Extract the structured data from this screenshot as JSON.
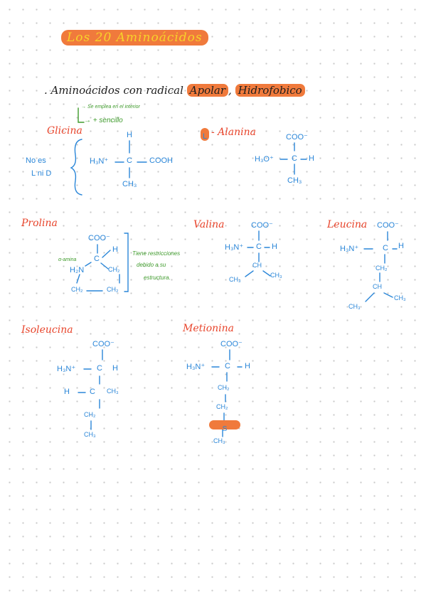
{
  "title": "Los 20 Aminoácidos",
  "section_intro": {
    "bullet": ".",
    "prefix": "Aminoácidos con radical",
    "highlight_apolar": "Apolar",
    "comma": ",",
    "highlight_hidrofobico": "Hidrofobico"
  },
  "glicina": {
    "name": "Glicina",
    "note1": "→ Se emplea en el interior",
    "note2": "→ + sencillo",
    "side1": "No es",
    "side2": "L ni D",
    "h_top": "H",
    "amine": "H₃N⁺",
    "c": "C",
    "cooh": "COOH",
    "ch3": "CH₃"
  },
  "alanina": {
    "marker": "L",
    "name": "- Alanina",
    "coo": "COO⁻",
    "h3o": "H₃O⁺",
    "c": "C",
    "h": "H",
    "ch3": "CH₃"
  },
  "prolina": {
    "name": "Prolina",
    "coo": "COO⁻",
    "c": "C",
    "h": "H",
    "amine_note": "α-amina",
    "hn": "H₂N",
    "ch2_right": "CH₂",
    "ch2_bl": "CH₂",
    "ch2_br": "CH₂",
    "note1": "Tiene restricciones",
    "note2": "debido a su",
    "note3": "estructura."
  },
  "valina": {
    "name": "Valina",
    "coo": "COO⁻",
    "amine": "H₃N⁺",
    "c": "C",
    "h": "H",
    "ch": "CH",
    "ch3_l": "CH₃",
    "ch3_r": "CH₃"
  },
  "leucina": {
    "name": "Leucina",
    "coo": "COO⁻",
    "amine": "H₃N⁺",
    "c": "C",
    "h": "H",
    "ch2": "CH₂",
    "ch": "CH",
    "ch3_l": "CH₃",
    "ch3_r": "CH₃"
  },
  "isoleucina": {
    "name": "Isoleucina",
    "coo": "COO⁻",
    "amine": "H₃N⁺",
    "c": "C",
    "h": "H",
    "h_left": "H",
    "c2": "C",
    "ch3_right": "CH₃",
    "ch2": "CH₂",
    "ch3": "CH₃"
  },
  "metionina": {
    "name": "Metionina",
    "coo": "COO⁻",
    "amine": "H₃N⁺",
    "c": "C",
    "h": "H",
    "ch2_a": "CH₂",
    "ch2_b": "CH₂",
    "s": "S",
    "ch3": "CH₃"
  },
  "colors": {
    "red": "#e8452c",
    "blue": "#2a86d8",
    "green": "#3f9b2c",
    "orange_highlight": "#f07a3c",
    "title_yellow": "#f7c424"
  }
}
